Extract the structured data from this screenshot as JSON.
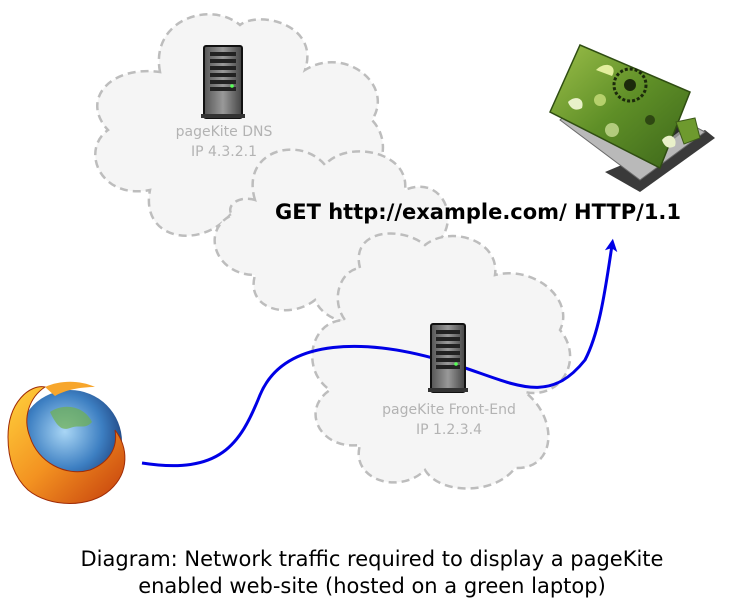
{
  "diagram": {
    "dns_server": {
      "name": "pageKite DNS",
      "ip": "IP 4.3.2.1"
    },
    "frontend_server": {
      "name": "pageKite Front-End",
      "ip": "IP 1.2.3.4"
    },
    "request": "GET http://example.com/ HTTP/1.1",
    "client_icon": "firefox-browser-icon",
    "origin_icon": "green-laptop-icon",
    "server_icon": "server-tower-icon"
  },
  "caption": {
    "line1": "Diagram: Network traffic required to display a pageKite",
    "line2": "enabled web-site (hosted on a green laptop)"
  },
  "colors": {
    "traffic_arrow": "#0000e6",
    "cloud_fill": "#f5f5f5",
    "cloud_stroke": "#bdbdbd",
    "label_gray": "#b3b3b3",
    "laptop_green": "#6e9a2e"
  }
}
